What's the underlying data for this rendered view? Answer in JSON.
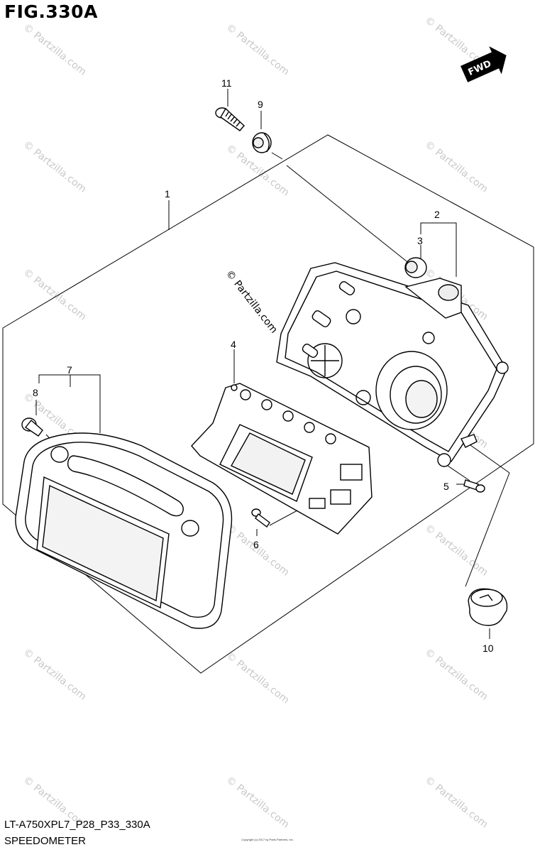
{
  "figure": {
    "title": "FIG.330A",
    "model_code": "LT-A750XPL7_P28_P33_330A",
    "name": "SPEEDOMETER",
    "small_print": "Copyright (c) 2017 by Parts Partners, Inc."
  },
  "direction_badge": {
    "label": "FWD",
    "icon": "arrow-right-icon"
  },
  "callouts": [
    {
      "id": "1",
      "label": "1"
    },
    {
      "id": "2",
      "label": "2"
    },
    {
      "id": "3",
      "label": "3"
    },
    {
      "id": "4",
      "label": "4"
    },
    {
      "id": "5",
      "label": "5"
    },
    {
      "id": "6",
      "label": "6"
    },
    {
      "id": "7",
      "label": "7"
    },
    {
      "id": "8",
      "label": "8"
    },
    {
      "id": "9",
      "label": "9"
    },
    {
      "id": "10",
      "label": "10"
    },
    {
      "id": "11",
      "label": "11"
    }
  ],
  "watermark": {
    "text": "© Partzilla.com",
    "center_text": "© Partzilla.com"
  },
  "colors": {
    "line": "#000000",
    "watermark": "#c8c8c8",
    "background": "#ffffff"
  }
}
